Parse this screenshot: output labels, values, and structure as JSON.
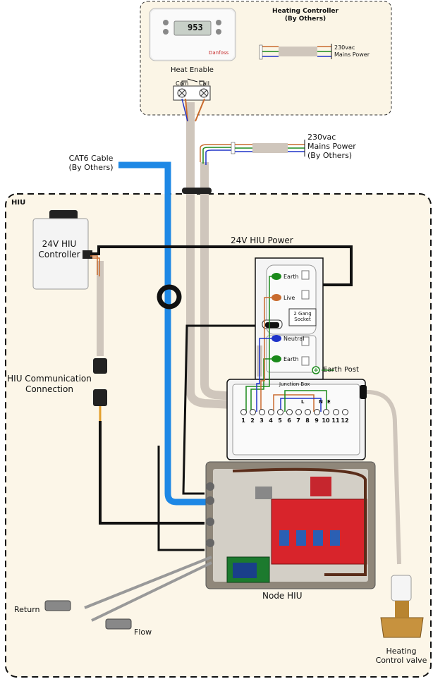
{
  "heating_controller": {
    "title_line1": "Heating Controller",
    "title_line2": "(By Others)",
    "thermostat_display": "953",
    "brand": "Danfoss",
    "heat_enable": "Heat Enable",
    "com": "Com",
    "call": "Call",
    "mains_line1": "230vac",
    "mains_line2": "Mains Power"
  },
  "mains": {
    "line1": "230vac",
    "line2": "Mains Power",
    "line3": "(By Others)"
  },
  "cat6": {
    "line1": "CAT6 Cable",
    "line2": "(By Others)"
  },
  "hiu": {
    "title": "HIU",
    "controller_line1": "24V HIU",
    "controller_line2": "Controller",
    "power_label": "24V HIU Power",
    "comm_line1": "HIU Communication",
    "comm_line2": "Connection"
  },
  "socket": {
    "earth_top": "Earth",
    "live": "Live",
    "gang_line1": "2 Gang",
    "gang_line2": "Socket",
    "neutral": "Neutral",
    "earth_bottom": "Earth",
    "earth_post": "Earth Post"
  },
  "junction_box": {
    "title": "Junction Box",
    "letters": [
      "L",
      "N",
      "E"
    ],
    "terminals": [
      "1",
      "2",
      "3",
      "4",
      "5",
      "6",
      "7",
      "8",
      "9",
      "10",
      "11",
      "12"
    ]
  },
  "node": {
    "label": "Node HIU"
  },
  "pipes": {
    "return": "Return",
    "flow": "Flow"
  },
  "valve": {
    "line1": "Heating",
    "line2": "Control valve"
  },
  "colors": {
    "cat6": "#1e88e5",
    "cable_sheath": "#cfc6bc",
    "earth": "#1b8a1b",
    "live": "#c96b2e",
    "neutral": "#1f33c9",
    "board_red": "#d8242b",
    "black": "#000000"
  }
}
